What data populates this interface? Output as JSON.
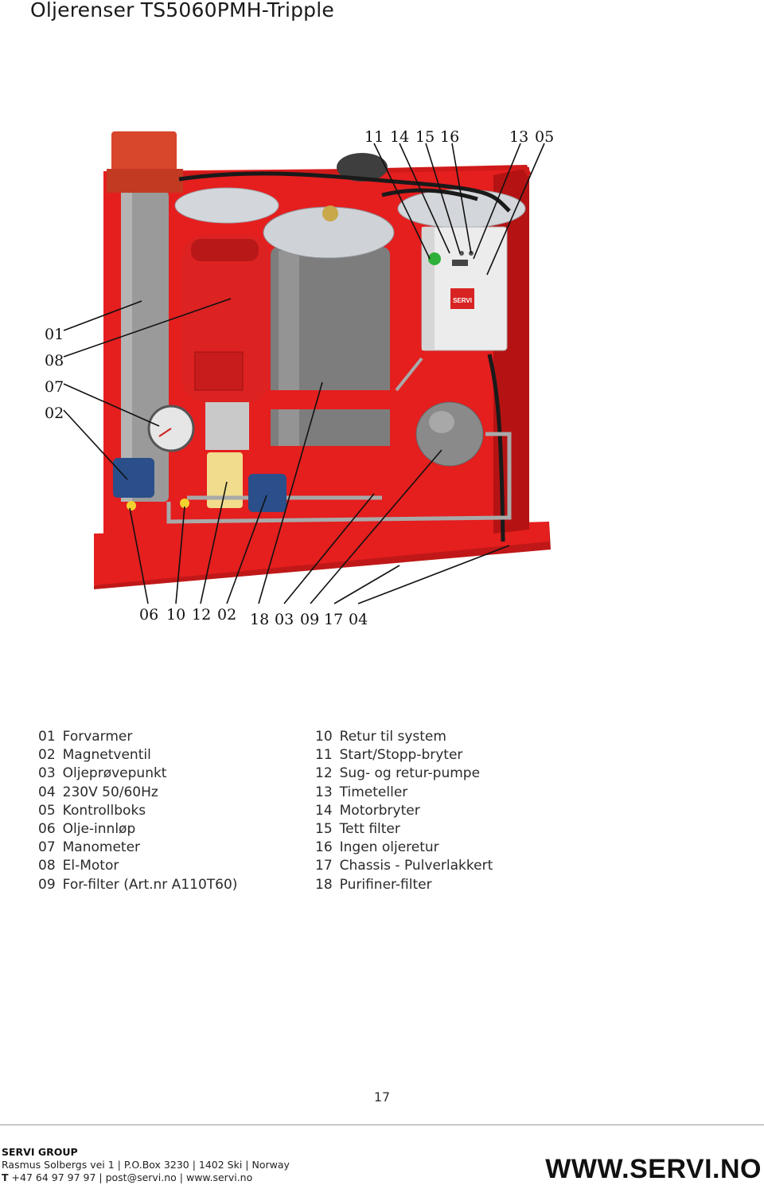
{
  "page": {
    "title": "Oljerenser TS5060PMH-Tripple",
    "page_number": "17"
  },
  "figure": {
    "callouts_top": [
      "11",
      "14",
      "15",
      "16",
      "13",
      "05"
    ],
    "callouts_left": [
      "01",
      "08",
      "07",
      "02"
    ],
    "callouts_bottom": [
      "06",
      "10",
      "12",
      "02",
      "18",
      "03",
      "09",
      "17",
      "04"
    ],
    "box_brand": "SERVI",
    "colors": {
      "frame_red": "#e51e1e",
      "frame_shadow": "#b51313",
      "tank_gray": "#8a8a8a",
      "lid_silver": "#cfd2d6",
      "valve_blue": "#2a4f8a",
      "filter_yellow": "#f0dc8c"
    }
  },
  "legend": {
    "left": [
      {
        "num": "01",
        "label": "Forvarmer"
      },
      {
        "num": "02",
        "label": "Magnetventil"
      },
      {
        "num": "03",
        "label": "Oljeprøvepunkt"
      },
      {
        "num": "04",
        "label": "230V 50/60Hz"
      },
      {
        "num": "05",
        "label": "Kontrollboks"
      },
      {
        "num": "06",
        "label": "Olje-innløp"
      },
      {
        "num": "07",
        "label": "Manometer"
      },
      {
        "num": "08",
        "label": "El-Motor"
      },
      {
        "num": "09",
        "label": "For-filter (Art.nr A110T60)"
      }
    ],
    "right": [
      {
        "num": "10",
        "label": "Retur til system"
      },
      {
        "num": "11",
        "label": "Start/Stopp-bryter"
      },
      {
        "num": "12",
        "label": "Sug- og retur-pumpe"
      },
      {
        "num": "13",
        "label": "Timeteller"
      },
      {
        "num": "14",
        "label": "Motorbryter"
      },
      {
        "num": "15",
        "label": "Tett filter"
      },
      {
        "num": "16",
        "label": "Ingen oljeretur"
      },
      {
        "num": "17",
        "label": "Chassis - Pulverlakkert"
      },
      {
        "num": "18",
        "label": "Purifiner-filter"
      }
    ]
  },
  "footer": {
    "company": "SERVI GROUP",
    "address": "Rasmus Solbergs vei 1 | P.O.Box 3230 | 1402 Ski | Norway",
    "contact_prefix": "T",
    "contact": "+47 64 97 97 97 | post@servi.no | www.servi.no",
    "website": "WWW.SERVI.NO"
  }
}
